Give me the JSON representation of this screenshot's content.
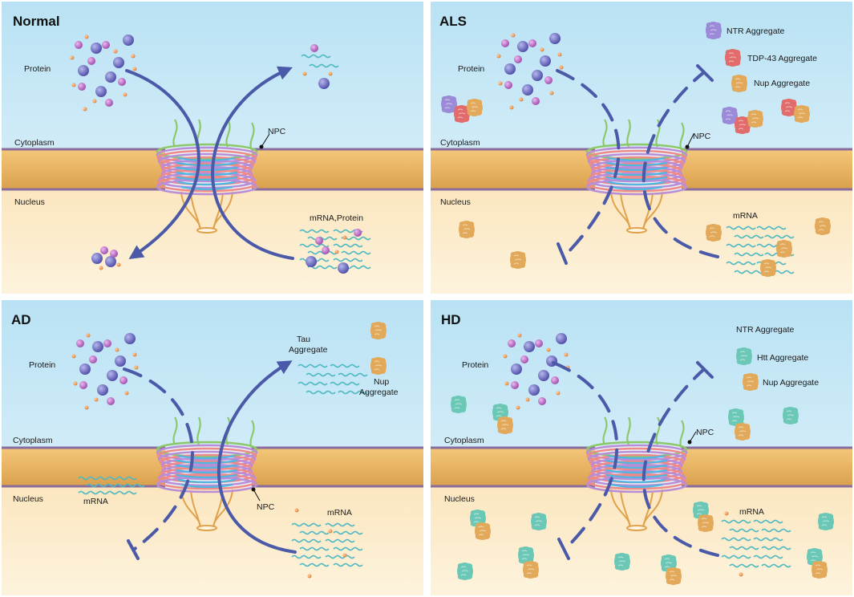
{
  "colors": {
    "sky_top": "#b9e2f4",
    "sky_bottom": "#e8f5fb",
    "membrane": "#e8b463",
    "membrane_edge": "#8a6d9c",
    "nucleus_top": "#fbe6bf",
    "nucleus_bottom": "#fdf3dd",
    "arrow": "#4b5aa8",
    "protein_big": "#6c6cc4",
    "protein_mid": "#b56cc4",
    "protein_small": "#ef9a4c",
    "mrna": "#4fb9c2",
    "ntr_aggregate": "#9a8ad8",
    "tdp43_aggregate": "#e26b6b",
    "nup_aggregate": "#e3a95a",
    "htt_aggregate": "#6cc8b6"
  },
  "panels": [
    {
      "id": "normal",
      "title": "Normal",
      "labels": {
        "protein": "Protein",
        "cytoplasm": "Cytoplasm",
        "nucleus": "Nucleus",
        "npc": "NPC",
        "mrna_protein": "mRNA,Protein"
      }
    },
    {
      "id": "als",
      "title": "ALS",
      "labels": {
        "protein": "Protein",
        "cytoplasm": "Cytoplasm",
        "nucleus": "Nucleus",
        "npc": "NPC",
        "mrna": "mRNA",
        "ntr_aggregate": "NTR Aggregate",
        "tdp43_aggregate": "TDP-43 Aggregate",
        "nup_aggregate": "Nup Aggregate"
      }
    },
    {
      "id": "ad",
      "title": "AD",
      "labels": {
        "protein": "Protein",
        "cytoplasm": "Cytoplasm",
        "nucleus": "Nucleus",
        "npc": "NPC",
        "mrna_left": "mRNA",
        "mrna_right": "mRNA",
        "tau_aggregate_1": "Tau",
        "tau_aggregate_2": "Aggregate",
        "nup_aggregate_1": "Nup",
        "nup_aggregate_2": "Aggregate"
      }
    },
    {
      "id": "hd",
      "title": "HD",
      "labels": {
        "protein": "Protein",
        "cytoplasm": "Cytoplasm",
        "nucleus": "Nucleus",
        "npc": "NPC",
        "mrna": "mRNA",
        "ntr_aggregate": "NTR Aggregate",
        "htt_aggregate": "Htt Aggregate",
        "nup_aggregate": "Nup Aggregate"
      }
    }
  ]
}
